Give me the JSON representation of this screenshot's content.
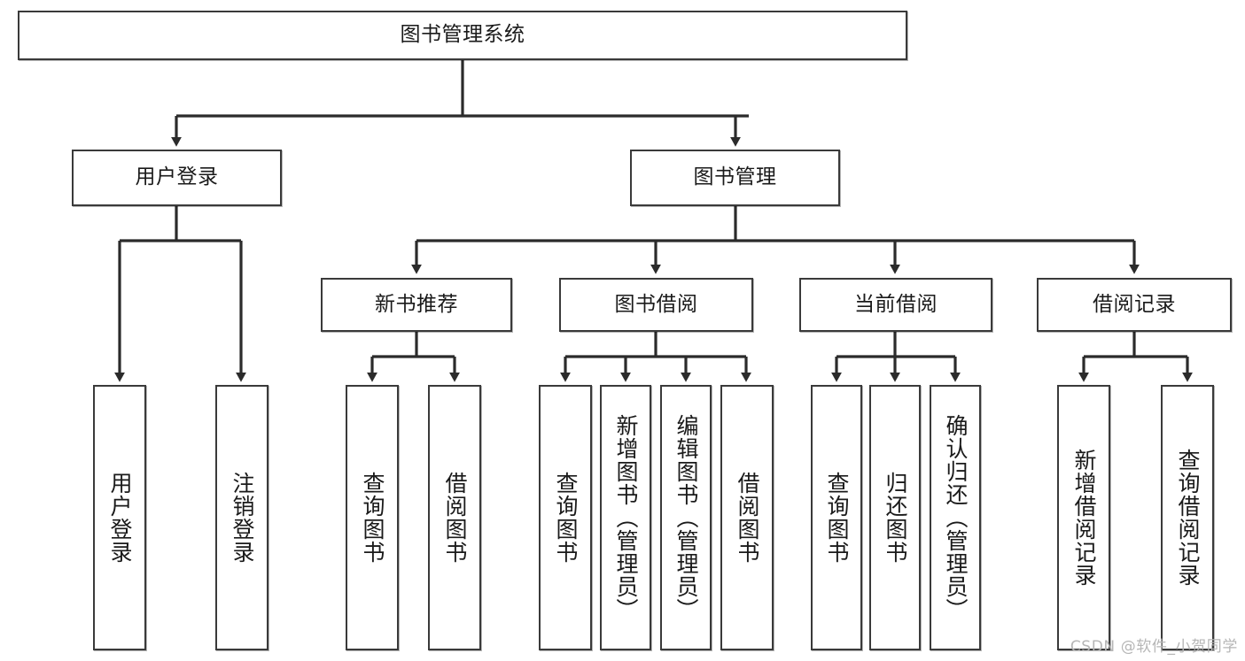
{
  "diagram": {
    "type": "tree-hierarchy-chart",
    "title": "图书管理系统",
    "watermark": "CSDN @软件_小贺同学",
    "style": {
      "background": "#ffffff",
      "box_border": "#3a3a3a",
      "box_fill": "#ffffff",
      "text": "#1a1a1a",
      "connector": "#2b2b2b",
      "watermark_color": "#b6b6b6"
    },
    "root": {
      "label": "图书管理系统"
    },
    "level1": [
      {
        "id": "user-login",
        "label": "用户登录"
      },
      {
        "id": "book-manage",
        "label": "图书管理"
      }
    ],
    "level2": [
      {
        "id": "new-book-recommend",
        "label": "新书推荐",
        "parent": "book-manage"
      },
      {
        "id": "book-borrow",
        "label": "图书借阅",
        "parent": "book-manage"
      },
      {
        "id": "current-borrow",
        "label": "当前借阅",
        "parent": "book-manage"
      },
      {
        "id": "borrow-record",
        "label": "借阅记录",
        "parent": "book-manage"
      }
    ],
    "leaves": {
      "user-login": [
        {
          "id": "leaf-user-login",
          "label": "用户登录"
        },
        {
          "id": "leaf-logout",
          "label": "注销登录"
        }
      ],
      "new-book-recommend": [
        {
          "id": "leaf-query-book-1",
          "label": "查询图书"
        },
        {
          "id": "leaf-borrow-book-1",
          "label": "借阅图书"
        }
      ],
      "book-borrow": [
        {
          "id": "leaf-query-book-2",
          "label": "查询图书"
        },
        {
          "id": "leaf-add-book",
          "label": "新增图书（管理员）"
        },
        {
          "id": "leaf-edit-book",
          "label": "编辑图书（管理员）"
        },
        {
          "id": "leaf-borrow-book-2",
          "label": "借阅图书"
        }
      ],
      "current-borrow": [
        {
          "id": "leaf-query-book-3",
          "label": "查询图书"
        },
        {
          "id": "leaf-return-book",
          "label": "归还图书"
        },
        {
          "id": "leaf-confirm-return",
          "label": "确认归还（管理员）"
        }
      ],
      "borrow-record": [
        {
          "id": "leaf-add-record",
          "label": "新增借阅记录"
        },
        {
          "id": "leaf-query-record",
          "label": "查询借阅记录"
        }
      ]
    }
  }
}
